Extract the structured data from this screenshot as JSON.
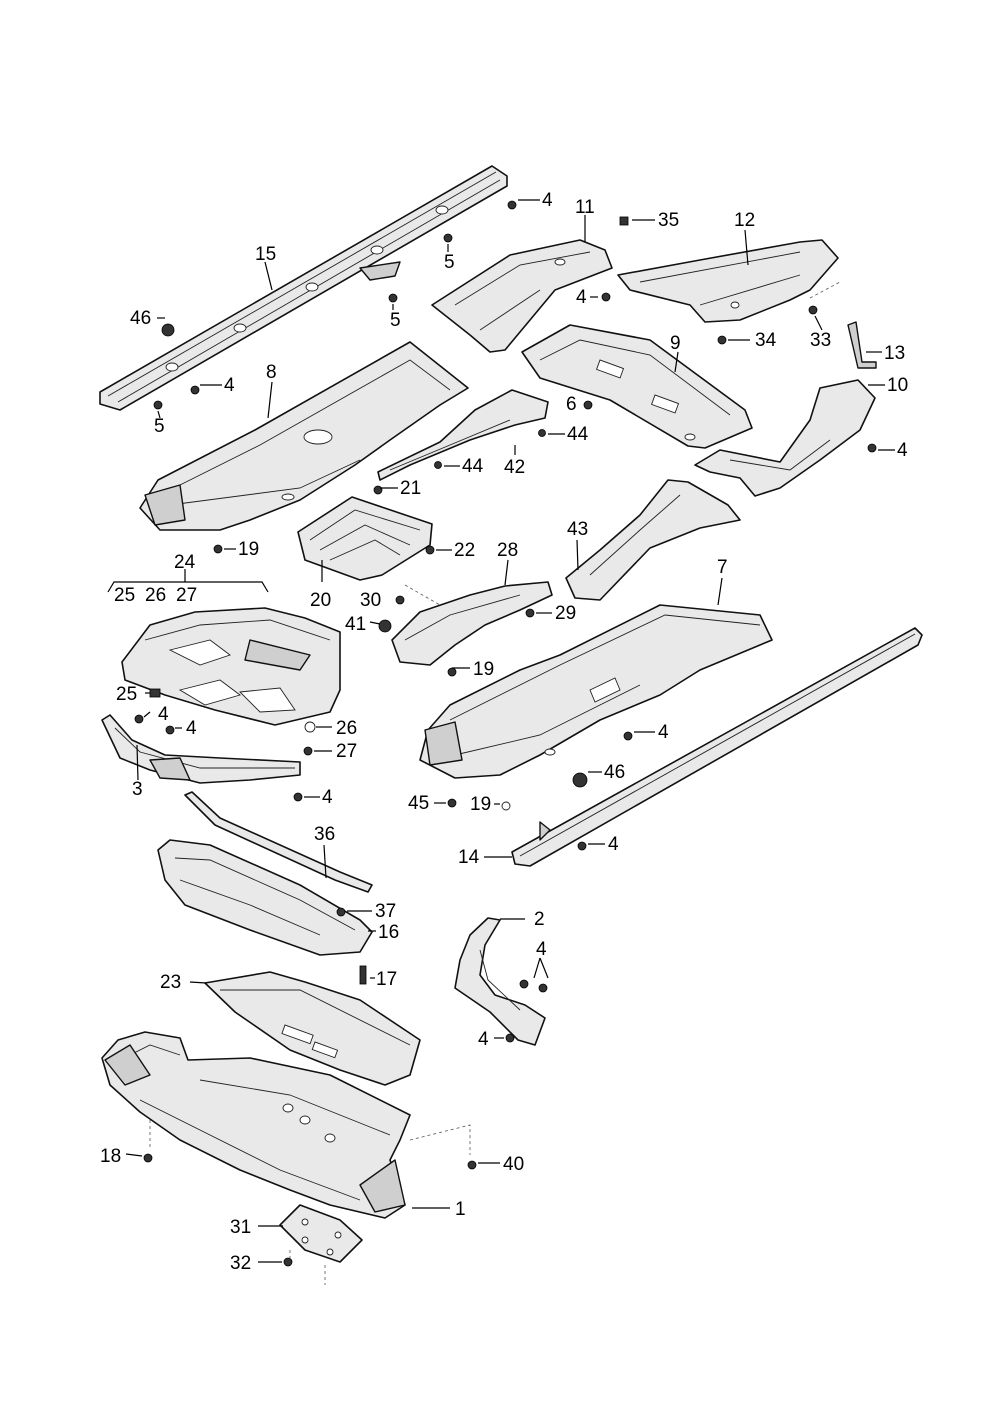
{
  "callouts": [
    {
      "id": "c4a",
      "text": "4"
    },
    {
      "id": "c11",
      "text": "11"
    },
    {
      "id": "c35",
      "text": "35"
    },
    {
      "id": "c12",
      "text": "12"
    },
    {
      "id": "c15",
      "text": "15"
    },
    {
      "id": "c5a",
      "text": "5"
    },
    {
      "id": "c5b",
      "text": "5"
    },
    {
      "id": "c46a",
      "text": "46"
    },
    {
      "id": "c4b",
      "text": "4"
    },
    {
      "id": "c34",
      "text": "34"
    },
    {
      "id": "c33",
      "text": "33"
    },
    {
      "id": "c13",
      "text": "13"
    },
    {
      "id": "c9",
      "text": "9"
    },
    {
      "id": "c8",
      "text": "8"
    },
    {
      "id": "c4c",
      "text": "4"
    },
    {
      "id": "c5c",
      "text": "5"
    },
    {
      "id": "c6",
      "text": "6"
    },
    {
      "id": "c10",
      "text": "10"
    },
    {
      "id": "c44a",
      "text": "44"
    },
    {
      "id": "c4d",
      "text": "4"
    },
    {
      "id": "c44b",
      "text": "44"
    },
    {
      "id": "c42",
      "text": "42"
    },
    {
      "id": "c21",
      "text": "21"
    },
    {
      "id": "c19a",
      "text": "19"
    },
    {
      "id": "c22",
      "text": "22"
    },
    {
      "id": "c28",
      "text": "28"
    },
    {
      "id": "c43",
      "text": "43"
    },
    {
      "id": "c24",
      "text": "24"
    },
    {
      "id": "c25top",
      "text": "25"
    },
    {
      "id": "c26top",
      "text": "26"
    },
    {
      "id": "c27top",
      "text": "27"
    },
    {
      "id": "c20",
      "text": "20"
    },
    {
      "id": "c30",
      "text": "30"
    },
    {
      "id": "c7",
      "text": "7"
    },
    {
      "id": "c29",
      "text": "29"
    },
    {
      "id": "c41",
      "text": "41"
    },
    {
      "id": "c19b",
      "text": "19"
    },
    {
      "id": "c25",
      "text": "25"
    },
    {
      "id": "c4e",
      "text": "4"
    },
    {
      "id": "c4f",
      "text": "4"
    },
    {
      "id": "c26",
      "text": "26"
    },
    {
      "id": "c27",
      "text": "27"
    },
    {
      "id": "c4g",
      "text": "4"
    },
    {
      "id": "c3",
      "text": "3"
    },
    {
      "id": "c4h",
      "text": "4"
    },
    {
      "id": "c46b",
      "text": "46"
    },
    {
      "id": "c45",
      "text": "45"
    },
    {
      "id": "c19c",
      "text": "19"
    },
    {
      "id": "c36",
      "text": "36"
    },
    {
      "id": "c4i",
      "text": "4"
    },
    {
      "id": "c14",
      "text": "14"
    },
    {
      "id": "c37",
      "text": "37"
    },
    {
      "id": "c2",
      "text": "2"
    },
    {
      "id": "c16",
      "text": "16"
    },
    {
      "id": "c4j",
      "text": "4"
    },
    {
      "id": "c17",
      "text": "17"
    },
    {
      "id": "c23",
      "text": "23"
    },
    {
      "id": "c4k",
      "text": "4"
    },
    {
      "id": "c18",
      "text": "18"
    },
    {
      "id": "c40",
      "text": "40"
    },
    {
      "id": "c1",
      "text": "1"
    },
    {
      "id": "c31",
      "text": "31"
    },
    {
      "id": "c32",
      "text": "32"
    }
  ]
}
